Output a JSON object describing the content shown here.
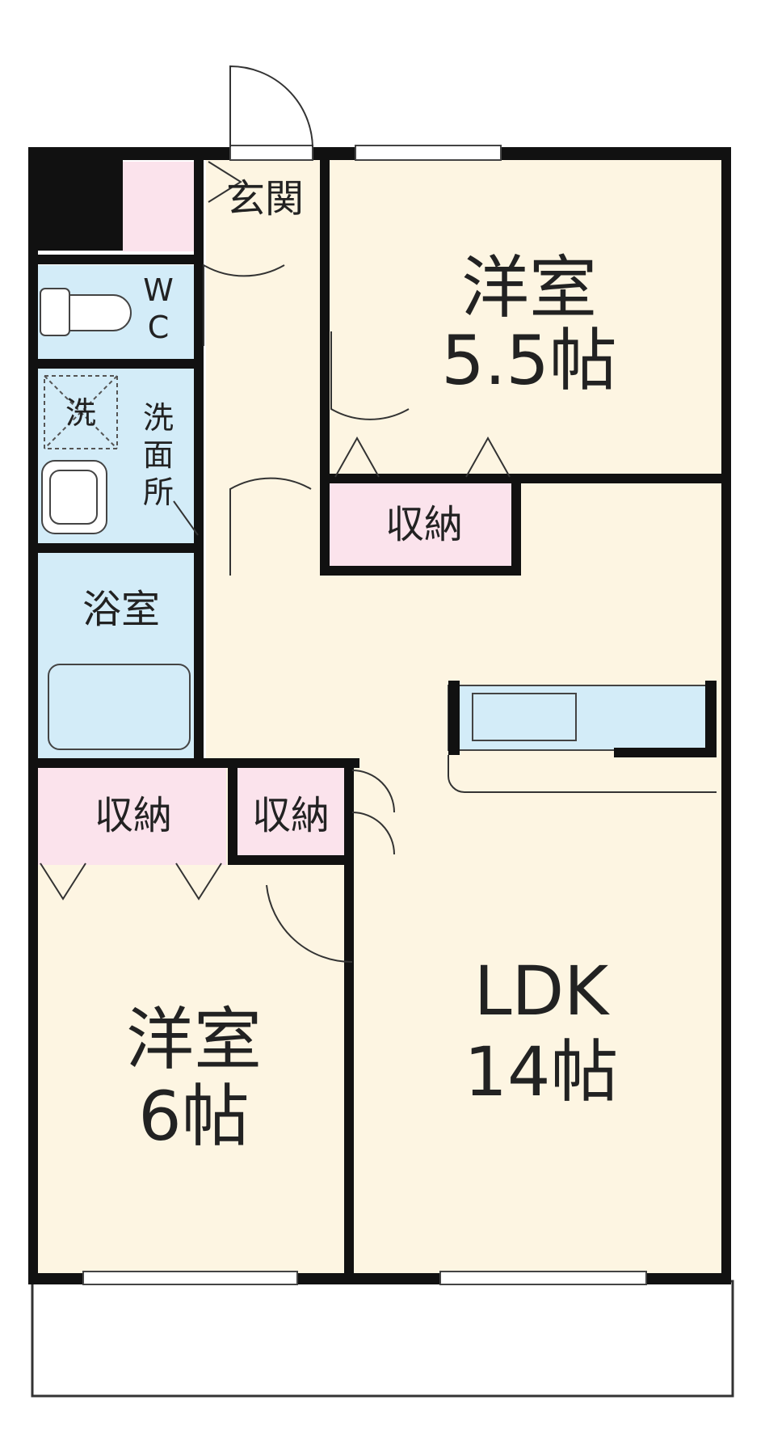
{
  "colors": {
    "wall": "#111111",
    "room": "#fdf5e2",
    "storage": "#fbe3ec",
    "water": "#d3ecf8"
  },
  "rooms": {
    "genkan": "玄関",
    "wc_w": "W",
    "wc_c": "C",
    "washer": "洗",
    "washroom": [
      "洗",
      "面",
      "所"
    ],
    "bath": "浴室",
    "western_a": {
      "name": "洋室",
      "size": "5.5帖"
    },
    "western_b": {
      "name": "洋室",
      "size": "6帖"
    },
    "ldk": {
      "name": "LDK",
      "size": "14帖"
    },
    "storage_1": "収納",
    "storage_2": "収納",
    "storage_3": "収納"
  }
}
